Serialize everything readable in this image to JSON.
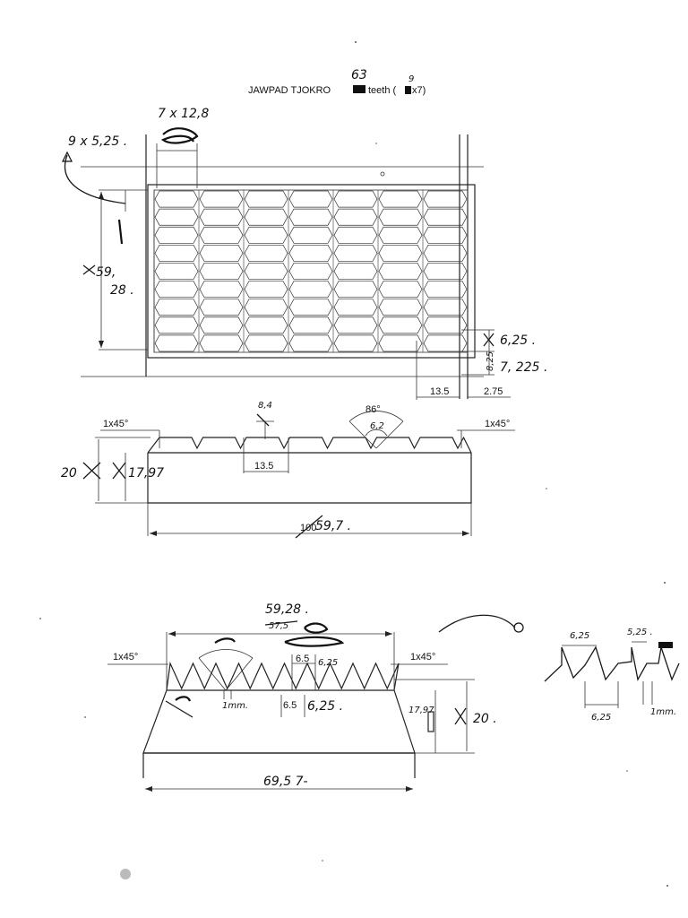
{
  "title": {
    "main": "JAWPAD TJOKRO",
    "count_handwritten": "63",
    "teeth_word": "teeth (",
    "inner_handwritten": "9",
    "tail": "x7)"
  },
  "top_view": {
    "note_pitch_x": "7 x 12,8",
    "note_pitch_y": "9 x 5,25 .",
    "height_left": "59,",
    "height_left_2": "28 .",
    "dim_right_1": "6,25 .",
    "dim_right_2": "7, 225 .",
    "dim_right_rot": "8,25",
    "dim_bottom_1": "13.5",
    "dim_bottom_2": "2.75"
  },
  "front_view": {
    "chamfer_left": "1x45°",
    "chamfer_right": "1x45°",
    "tooth_angle": "86°",
    "tooth_depth": "8,4",
    "tooth_inner": "6,2",
    "pitch": "13.5",
    "height_outer": "20",
    "height_inner": "17,97",
    "length_printed": "100",
    "length_hand": "59,7 ."
  },
  "side_view": {
    "top_dim": "59,28 .",
    "top_dim_struck": "57,5",
    "chamfer_left": "1x45°",
    "chamfer_right": "1x45°",
    "tooth_dim_a": "6.5",
    "tooth_dim_a_hand": "6,25",
    "gap": "1mm.",
    "tooth_dim_b": "6.5",
    "tooth_dim_b_hand": "6,25 .",
    "height_inner": "17,97",
    "height_outer": "20 .",
    "base_dim": "69,5 7-"
  },
  "detail": {
    "pitch_top": "6,25",
    "tooth_top": "5,25 .",
    "pitch_bottom": "6,25",
    "gap": "1mm."
  }
}
